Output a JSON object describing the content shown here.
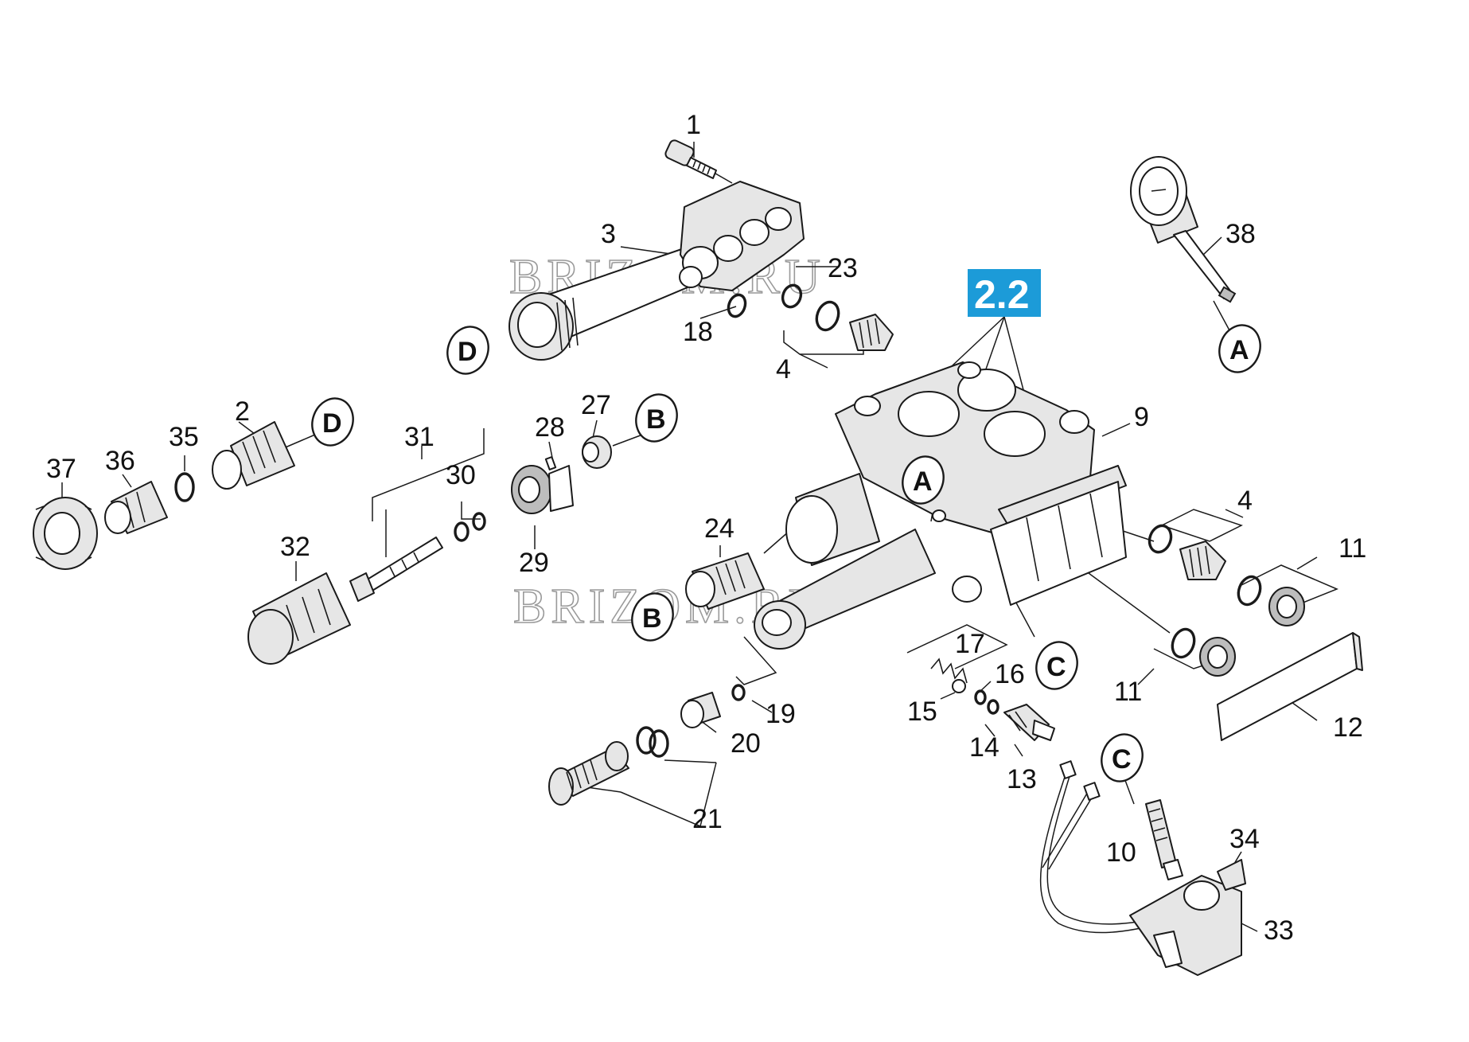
{
  "diagram": {
    "badge": {
      "label": "2.2",
      "color": "#1c9bd8"
    },
    "watermarks": [
      "BRIZOM.RU",
      "BRIZOM.RU"
    ],
    "connectors": [
      {
        "id": "conn-d-top",
        "letter": "D"
      },
      {
        "id": "conn-d-filter",
        "letter": "D"
      },
      {
        "id": "conn-b-valve",
        "letter": "B"
      },
      {
        "id": "conn-b-bottom",
        "letter": "B"
      },
      {
        "id": "conn-a-gauge",
        "letter": "A"
      },
      {
        "id": "conn-a-pump",
        "letter": "A"
      },
      {
        "id": "conn-c-pump",
        "letter": "C"
      },
      {
        "id": "conn-c-switch",
        "letter": "C"
      }
    ],
    "part_numbers": [
      "1",
      "3",
      "23",
      "18",
      "4",
      "38",
      "2",
      "35",
      "36",
      "37",
      "31",
      "30",
      "28",
      "27",
      "29",
      "32",
      "24",
      "9",
      "4",
      "11",
      "17",
      "16",
      "15",
      "14",
      "13",
      "19",
      "20",
      "21",
      "11",
      "12",
      "10",
      "34",
      "33"
    ]
  }
}
